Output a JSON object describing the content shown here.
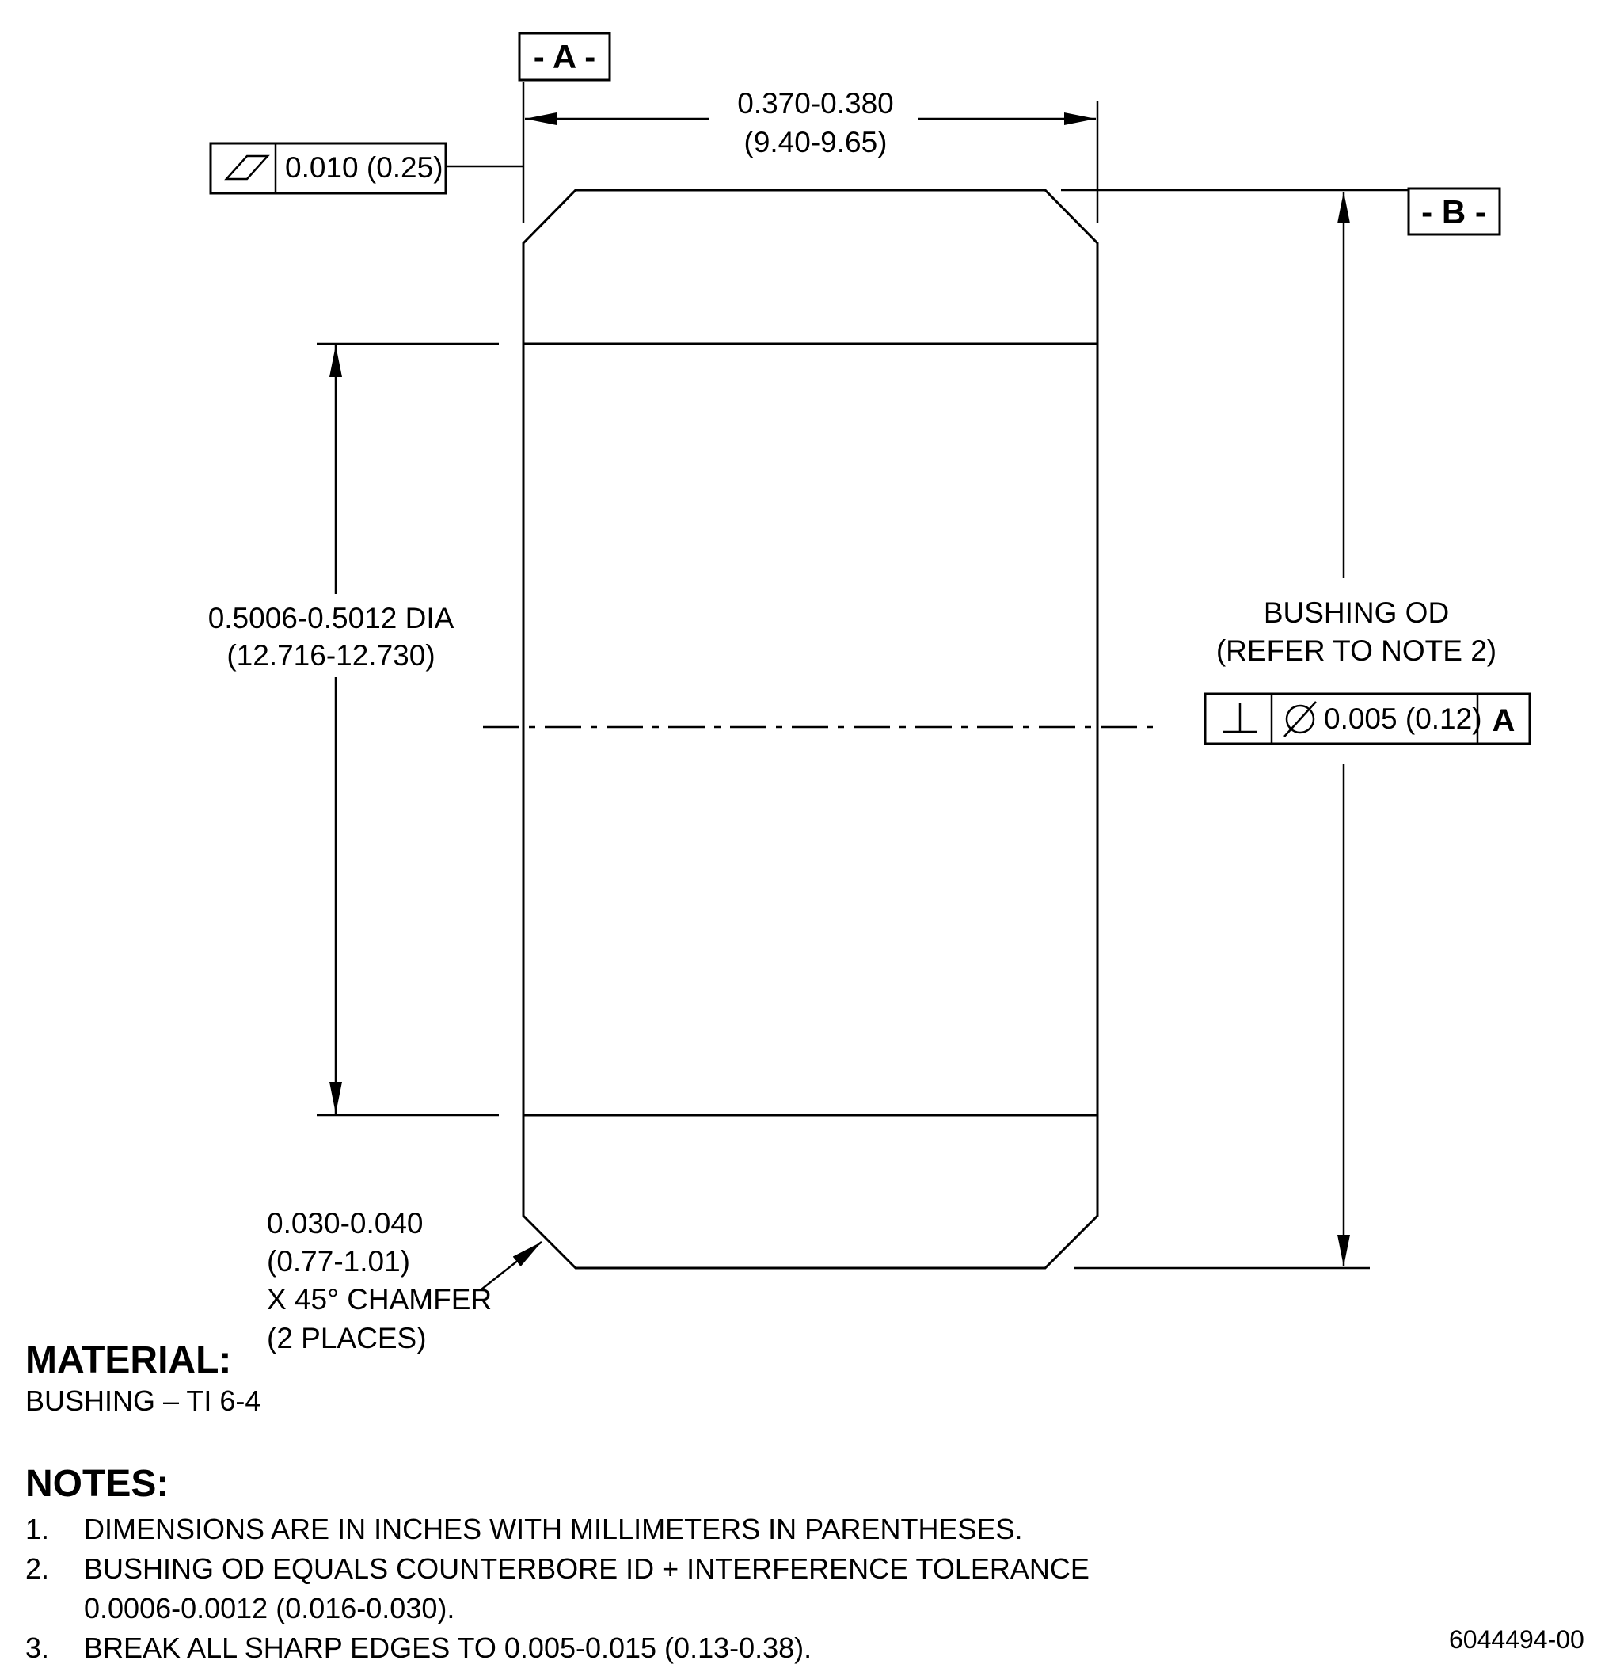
{
  "datums": {
    "a": "- A -",
    "b": "- B -"
  },
  "flatness": {
    "symbol": "flatness-icon",
    "value": "0.010 (0.25)"
  },
  "width_dim": {
    "inch": "0.370-0.380",
    "mm": "(9.40-9.65)"
  },
  "id_dim": {
    "inch": "0.5006-0.5012 DIA",
    "mm": "(12.716-12.730)"
  },
  "od_dim": {
    "line1": "BUSHING OD",
    "line2": "(REFER TO NOTE 2)"
  },
  "perpendicularity": {
    "symbol": "perpendicularity-icon",
    "diameter_symbol": "diameter-icon",
    "value": "0.005 (0.12)",
    "datum": "A"
  },
  "chamfer": {
    "line1": "0.030-0.040",
    "line2": "(0.77-1.01)",
    "line3": "X 45° CHAMFER",
    "line4": "(2 PLACES)"
  },
  "material": {
    "heading": "MATERIAL:",
    "text": "BUSHING – TI 6-4"
  },
  "notes": {
    "heading": "NOTES:",
    "items": [
      {
        "num": "1.",
        "text": "DIMENSIONS ARE IN INCHES WITH MILLIMETERS IN PARENTHESES."
      },
      {
        "num": "2.",
        "text": "BUSHING OD EQUALS COUNTERBORE ID + INTERFERENCE TOLERANCE",
        "cont": "0.0006-0.0012 (0.016-0.030)."
      },
      {
        "num": "3.",
        "text": "BREAK ALL SHARP EDGES TO 0.005-0.015 (0.13-0.38)."
      }
    ]
  },
  "drawing_number": "6044494-00"
}
